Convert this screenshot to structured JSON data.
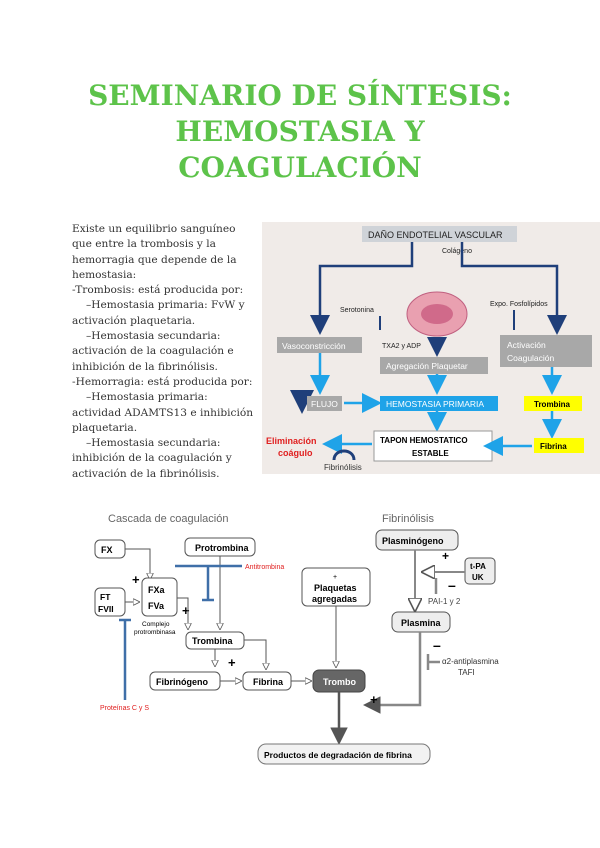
{
  "title": {
    "line1": "SEMINARIO DE SÍNTESIS:",
    "line2": "HEMOSTASIA Y",
    "line3": "COAGULACIÓN"
  },
  "intro": {
    "p1": "Existe un equilibrio sanguíneo que entre la trombosis y la hemorragia que depende de la hemostasia:",
    "p2": "-Trombosis: está producida por:",
    "p3": "–Hemostasia primaria: FvW y activación plaquetaria.",
    "p4": "–Hemostasia secundaria: activación de la coagulación e inhibición de la fibrinólisis.",
    "p5": "-Hemorragia: está producida por:",
    "p6": "–Hemostasia primaria: actividad ADAMTS13 e inhibición plaquetaria.",
    "p7": "–Hemostasia secundaria: inhibición de la coagulación y activación de la fibrinólisis."
  },
  "diagram1": {
    "damage": "DAÑO ENDOTELIAL VASCULAR",
    "collagen": "Colágeno",
    "serotonin": "Serotonina",
    "phospholipids": "Expo. Fosfolípidos",
    "vasoconstriction": "Vasoconstricción",
    "txa2": "TXA2 y ADP",
    "aggregation": "Agregación Plaquetar",
    "activation_l1": "Activación",
    "activation_l2": "Coagulación",
    "flow": "FLUJO",
    "primary": "HEMOSTASIA PRIMARIA",
    "thrombin": "Trombina",
    "plug_l1": "TAPON HEMOSTATICO",
    "plug_l2": "ESTABLE",
    "fibrin": "Fibrina",
    "elim_l1": "Eliminación",
    "elim_l2": "coágulo",
    "fibrinolysis": "Fibrinólisis"
  },
  "diagram2": {
    "heading_cascade": "Cascada de coagulación",
    "heading_fibrinolysis": "Fibrinólisis",
    "fx": "FX",
    "prothrombin": "Protrombina",
    "antithrombin": "Antitrombina",
    "ft": "FT",
    "fvii": "FVII",
    "fxa": "FXa",
    "fva": "FVa",
    "complex_l1": "Complejo",
    "complex_l2": "protrombinasa",
    "thrombin": "Trombina",
    "platelets_plus": "+",
    "platelets_l1": "Plaquetas",
    "platelets_l2": "agregadas",
    "fibrinogen": "Fibrinógeno",
    "fibrin": "Fibrina",
    "thrombus": "Trombo",
    "proteins": "Proteínas C y S",
    "plasminogen": "Plasminógeno",
    "tpa_l1": "t-PA",
    "tpa_l2": "UK",
    "pai": "PAI-1 y 2",
    "plasmin": "Plasmina",
    "antiplasmin_l1": "α2-antiplasmina",
    "antiplasmin_l2": "TAFI",
    "products": "Productos de degradación de fibrina",
    "plus": "+",
    "minus": "–"
  },
  "colors": {
    "title_green": "#5dc34a",
    "dark_blue": "#1f3f7a",
    "bright_blue": "#1fa3e8",
    "yellow": "#ffff00",
    "red": "#e02020",
    "gray_box": "#9a9a9a"
  }
}
